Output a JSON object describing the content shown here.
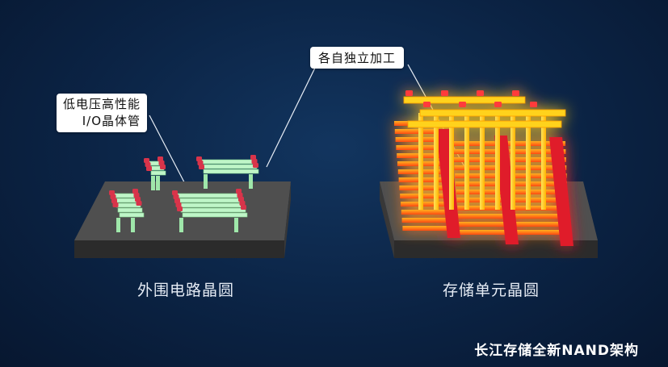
{
  "callouts": {
    "independent_processing": "各自独立加工",
    "io_transistor_line1": "低电压高性能",
    "io_transistor_line2": "I/O晶体管"
  },
  "wafers": {
    "periphery_label": "外围电路晶圆",
    "cell_label": "存储单元晶圆"
  },
  "caption": "长江存储全新NAND架构",
  "colors": {
    "background": "#0b2344",
    "substrate_top": "#4e4e4e",
    "substrate_side": "#2c2c2c",
    "transistor_mint": "#bff5c8",
    "transistor_cap": "#d8344a",
    "cell_orange": "#ff6a1a",
    "cell_yellow": "#ffd21a",
    "cell_glow": "#ff2a00"
  }
}
